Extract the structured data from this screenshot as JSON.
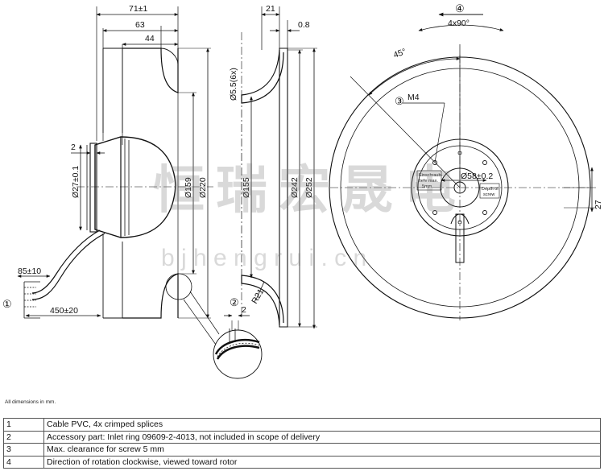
{
  "drawing": {
    "dims": {
      "width_71": "71±1",
      "width_63": "63",
      "width_44": "44",
      "width_21": "21",
      "thk_0_8": "0.8",
      "dim_2_left": "2",
      "dim_2_lower": "2",
      "dia_27": "Ø27±0.1",
      "dia_159": "Ø159",
      "dia_220": "Ø220",
      "dia_155": "Ø155",
      "dia_5_5": "Ø5.5(6x)",
      "dia_242": "Ø242",
      "dia_252": "Ø252",
      "radius_21": "R21",
      "cable_85": "85±10",
      "cable_450": "450±20",
      "angle_45": "45°",
      "angle_4x90": "4x90°",
      "dia_58": "Ø58±0.2",
      "dim_27_right": "27",
      "screw_m4": "M4"
    },
    "callouts": [
      "①",
      "②",
      "③",
      "④"
    ],
    "small_labels": {
      "german_left": [
        "Einschraub-",
        "tiefe max.",
        "5mm"
      ],
      "english_right": [
        "Depth of",
        "screw"
      ]
    },
    "watermark": {
      "cn": "恒瑞宏晟电",
      "url": "b j h e n g r u i . c n"
    }
  },
  "note": "All dimensions in mm.",
  "legend": [
    {
      "num": "1",
      "text": "Cable PVC, 4x crimped splices"
    },
    {
      "num": "2",
      "text": "Accessory part: Inlet ring 09609-2-4013, not included in scope of delivery"
    },
    {
      "num": "3",
      "text": "Max. clearance for screw 5 mm"
    },
    {
      "num": "4",
      "text": "Direction of rotation clockwise, viewed toward rotor"
    }
  ]
}
